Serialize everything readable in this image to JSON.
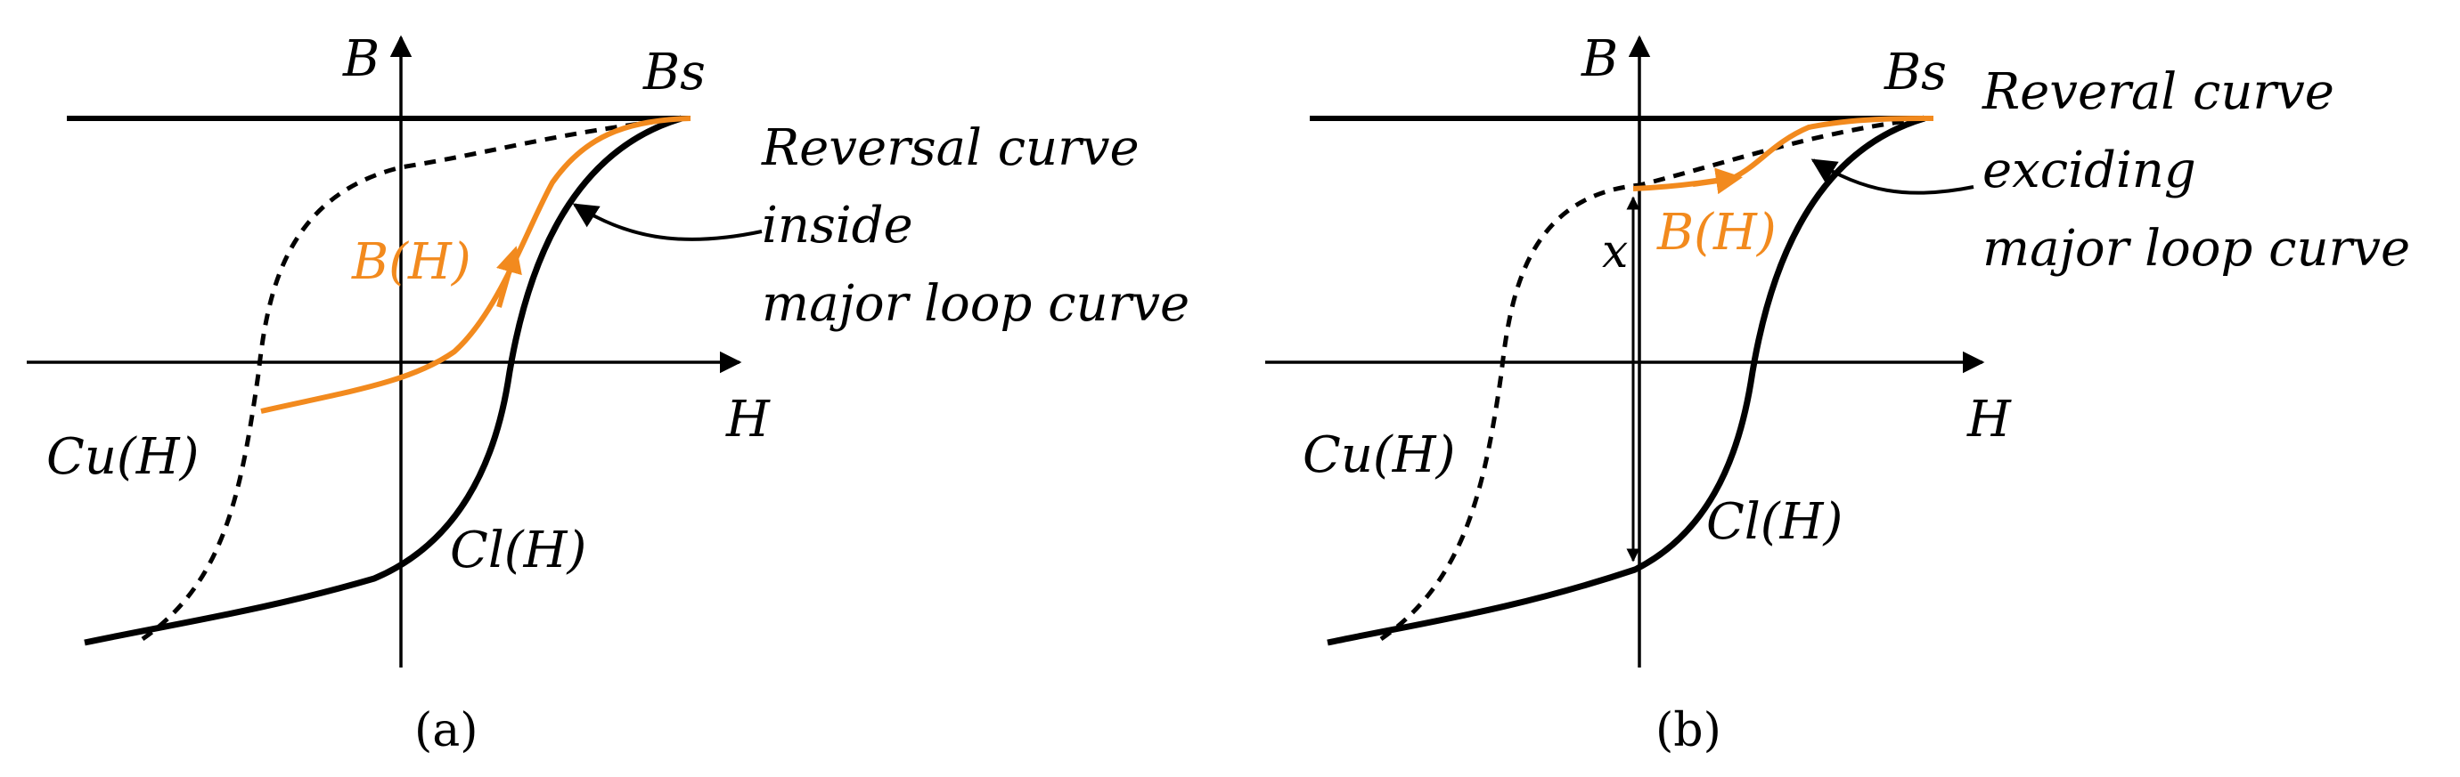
{
  "colors": {
    "ink": "#000000",
    "accent": "#F28A1E",
    "background": "#FFFFFF"
  },
  "panels": [
    {
      "id": "a",
      "caption": "(a)",
      "axis_labels": {
        "vertical": "B",
        "horizontal": "H"
      },
      "saturation_label": "Bs",
      "upper_curve_label": "Cu(H)",
      "lower_curve_label": "Cl(H)",
      "reversal_label": "B(H)",
      "annotation_lines": [
        "Reversal curve",
        "inside",
        "major loop curve"
      ]
    },
    {
      "id": "b",
      "caption": "(b)",
      "axis_labels": {
        "vertical": "B",
        "horizontal": "H"
      },
      "saturation_label": "Bs",
      "upper_curve_label": "Cu(H)",
      "lower_curve_label": "Cl(H)",
      "reversal_label": "B(H)",
      "offset_label": "x",
      "annotation_lines": [
        "Reveral curve",
        "exciding",
        "major loop curve"
      ]
    }
  ]
}
